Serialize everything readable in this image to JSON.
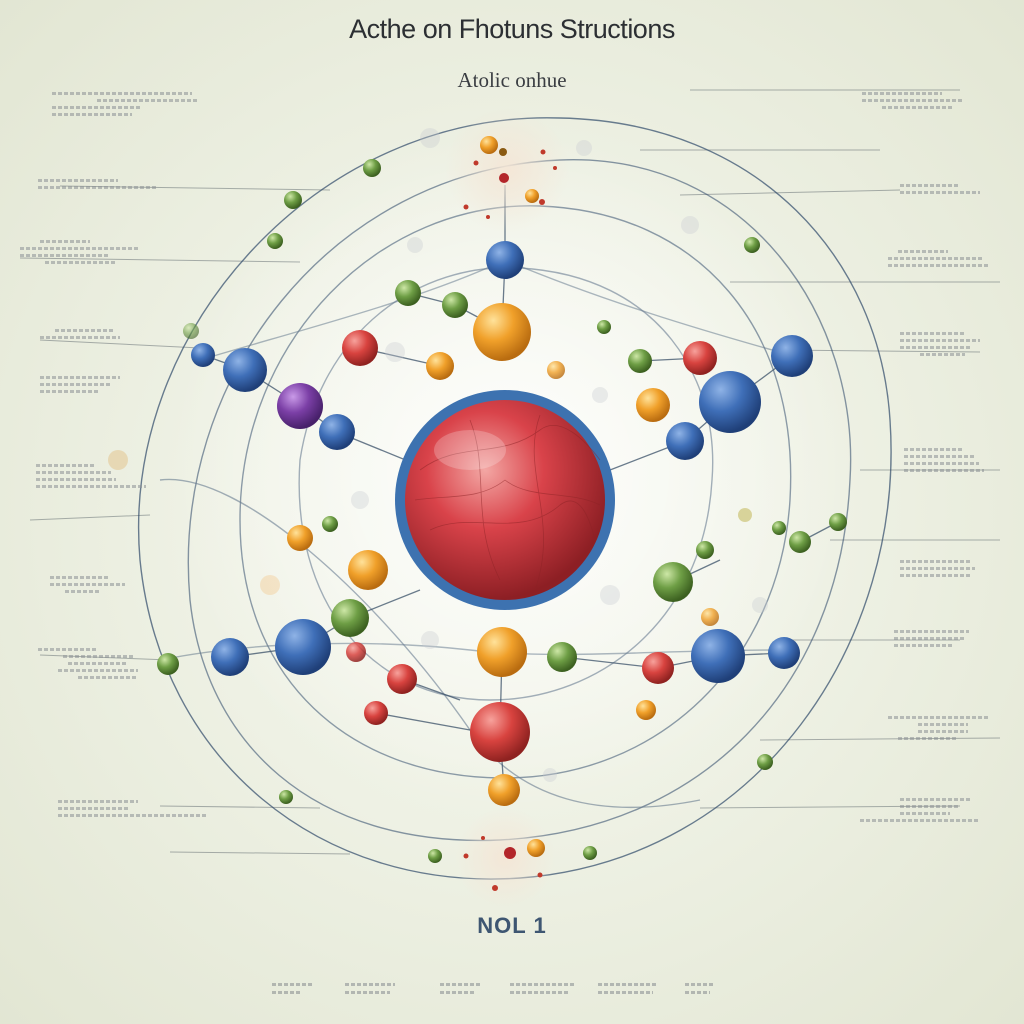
{
  "header": {
    "title": "Acthe on Fhotuns Structions",
    "subtitle": "Atolic onhue"
  },
  "footer": {
    "label": "NOL 1"
  },
  "colors": {
    "nucleus": "#d9434a",
    "nucleus_ring": "#3d72b0",
    "blue": "#3f6fb8",
    "orange": "#f0a02a",
    "red": "#d8433f",
    "green": "#6e9e45",
    "purple": "#7b3fa6",
    "orbit": "#2f4a6a"
  },
  "icons": {
    "nucleus": "nucleus-icon",
    "particle": "particle-icon"
  }
}
